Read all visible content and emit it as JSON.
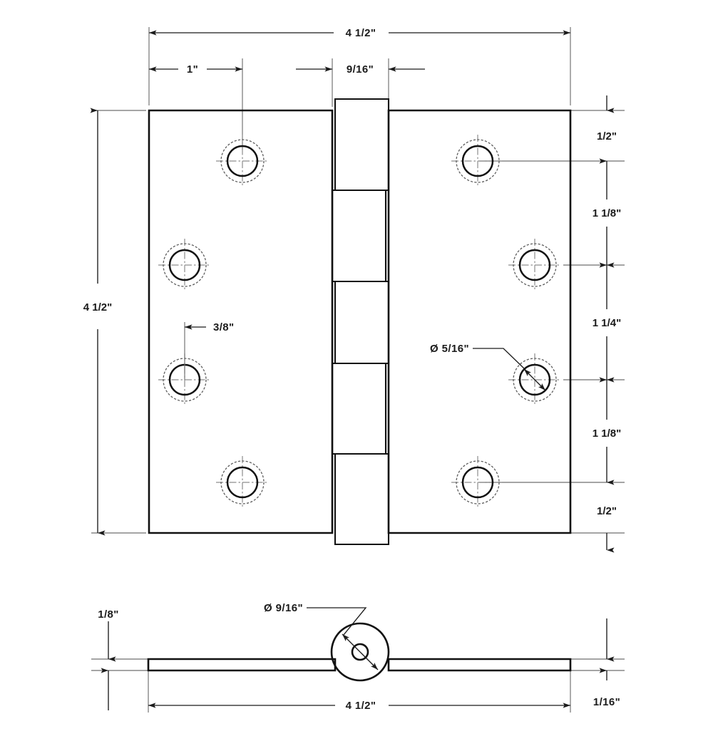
{
  "drawing": {
    "title": "Butt Hinge Technical Drawing",
    "units": "inches",
    "line_color": "#111111",
    "dimension_color": "#1b1b1b",
    "extension_color": "#6f6f6f",
    "centerline_color": "#8d8d8d",
    "background": "#ffffff"
  },
  "front_view": {
    "name": "front-view",
    "dimensions": {
      "overall_width": "4 1/2\"",
      "overall_height": "4 1/2\"",
      "edge_to_first_hole": "1\"",
      "knuckle_width": "9/16\"",
      "hole_offset": "3/8\"",
      "hole_diameter": "Ø 5/16\"",
      "vertical_stack": [
        "1/2\"",
        "1 1/8\"",
        "1 1/4\"",
        "1 1/8\"",
        "1/2\""
      ]
    },
    "holes_per_leaf": 4,
    "knuckle_segments": 5
  },
  "side_view": {
    "name": "side-view",
    "dimensions": {
      "leaf_thickness_top": "1/8\"",
      "leaf_thickness_bottom": "1/16\"",
      "barrel_diameter": "Ø 9/16\"",
      "overall_length": "4 1/2\""
    }
  },
  "labels": {
    "top_overall": "4 1/2\"",
    "top_first_hole": "1\"",
    "top_knuckle": "9/16\"",
    "left_overall": "4 1/2\"",
    "left_hole_offset": "3/8\"",
    "hole_dia": "Ø 5/16\"",
    "right_1": "1/2\"",
    "right_2": "1 1/8\"",
    "right_3": "1 1/4\"",
    "right_4": "1 1/8\"",
    "right_5": "1/2\"",
    "side_thickness_top": "1/8\"",
    "side_barrel_dia": "Ø 9/16\"",
    "side_overall": "4 1/2\"",
    "side_thickness_right": "1/16\""
  }
}
